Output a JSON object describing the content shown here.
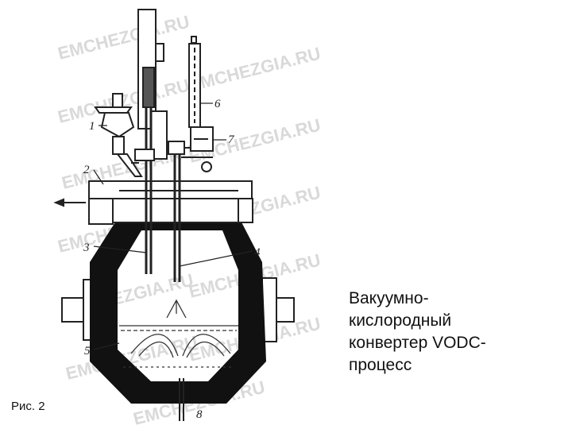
{
  "watermark": "EMCHEZGIA.RU",
  "part_labels": [
    "1",
    "2",
    "3",
    "4",
    "5",
    "6",
    "7",
    "8"
  ],
  "caption_lines": [
    "Вакуумно-",
    "кислородный",
    "конвертер VODC-",
    "процесс"
  ],
  "figure_label": "Рис. 2"
}
